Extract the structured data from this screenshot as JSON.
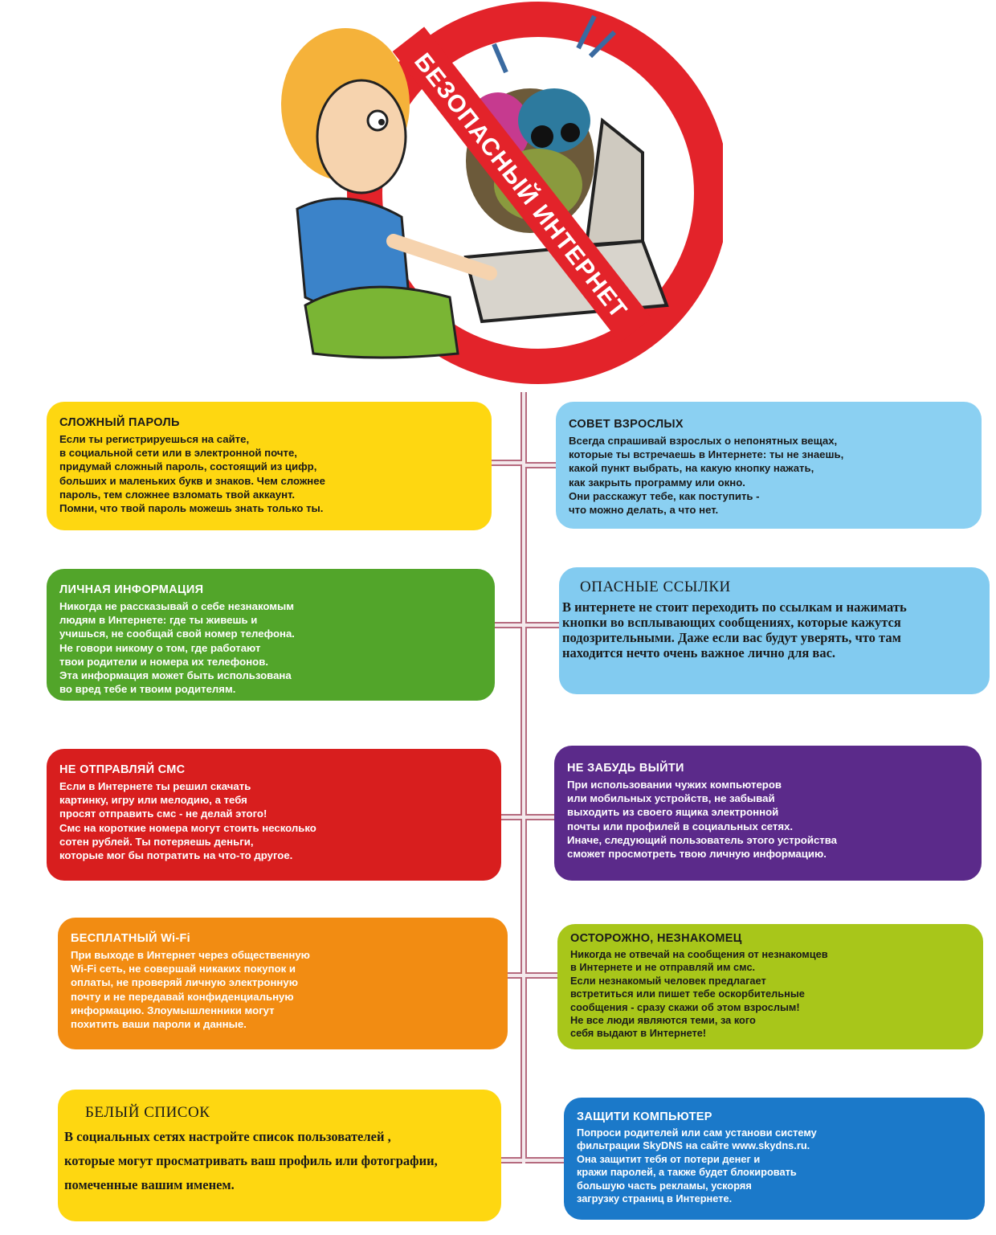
{
  "header": {
    "banner_text": "БЕЗОПАСНЫЙ ИНТЕРНЕТ",
    "colors": {
      "sign_red": "#e3232a",
      "sign_white": "#ffffff"
    }
  },
  "cards": {
    "password": {
      "title": "СЛОЖНЫЙ ПАРОЛЬ",
      "lines": [
        "Если ты регистрируешься на сайте,",
        "в социальной сети или в электронной почте,",
        "придумай сложный пароль, состоящий из цифр,",
        "больших и маленьких букв и знаков. Чем сложнее",
        "пароль, тем сложнее взломать твой аккаунт.",
        "Помни, что твой пароль можешь знать только ты."
      ],
      "color": "#fed711"
    },
    "adult_advice": {
      "title": "СОВЕТ ВЗРОСЛЫХ",
      "lines": [
        "Всегда спрашивай взрослых о непонятных вещах,",
        "которые ты встречаешь в Интернете: ты не знаешь,",
        "какой пункт выбрать, на какую кнопку нажать,",
        "как закрыть программу или окно.",
        "Они расскажут тебе, как поступить -",
        "что можно делать, а что нет."
      ],
      "color": "#8bd0f2"
    },
    "personal_info": {
      "title": "ЛИЧНАЯ ИНФОРМАЦИЯ",
      "lines": [
        "Никогда не рассказывай о себе незнакомым",
        "людям в Интернете: где ты живешь и",
        "учишься, не сообщай свой номер телефона.",
        "Не говори никому о том, где работают",
        "твои родители и номера их телефонов.",
        "Эта информация может быть использована",
        "во вред тебе и твоим родителям."
      ],
      "color": "#52a52a"
    },
    "dangerous_links": {
      "title": "ОПАСНЫЕ ССЫЛКИ",
      "lines": [
        "В интернете не стоит переходить по ссылкам и нажимать",
        "кнопки во всплывающих сообщениях, которые кажутся",
        "подозрительными. Даже если вас будут уверять, что там",
        "находится нечто очень важное лично для вас."
      ],
      "color": "#82cbf0"
    },
    "no_sms": {
      "title": "НЕ ОТПРАВЛЯЙ СМС",
      "lines": [
        "Если в Интернете ты решил скачать",
        "картинку, игру или мелодию, а тебя",
        "просят отправить смс - не делай этого!",
        "Смс на короткие номера могут стоить несколько",
        "сотен рублей. Ты потеряешь деньги,",
        "которые мог бы потратить на что-то другое."
      ],
      "color": "#d81e1e"
    },
    "logout": {
      "title": "НЕ ЗАБУДЬ ВЫЙТИ",
      "lines": [
        "При использовании чужих компьютеров",
        "или мобильных устройств, не забывай",
        "выходить из своего ящика электронной",
        "почты или профилей в социальных сетях.",
        "Иначе, следующий пользователь этого устройства",
        "сможет просмотреть твою личную информацию."
      ],
      "color": "#5b2a8a"
    },
    "wifi": {
      "title": "БЕСПЛАТНЫЙ Wi-Fi",
      "lines": [
        "При выходе в Интернет через общественную",
        "Wi-Fi сеть, не совершай никаких покупок и",
        "оплаты, не проверяй личную электронную",
        "почту и не передавай конфиденциальную",
        "информацию. Злоумышленники могут",
        "похитить ваши пароли и данные."
      ],
      "color": "#f28c12"
    },
    "stranger": {
      "title": "ОСТОРОЖНО, НЕЗНАКОМЕЦ",
      "lines": [
        "Никогда не отвечай на сообщения от незнакомцев",
        "в Интернете и не отправляй им смс.",
        "Если незнакомый человек предлагает",
        "встретиться или пишет тебе оскорбительные",
        "сообщения - сразу скажи об этом взрослым!",
        "Не все люди являются теми, за кого",
        "себя выдают в Интернете!"
      ],
      "color": "#a8c61a"
    },
    "whitelist": {
      "title": "БЕЛЫЙ СПИСОК",
      "lines": [
        "В социальных сетях настройте список пользователей ,",
        "которые могут просматривать ваш профиль или фотографии,",
        "помеченные вашим именем."
      ],
      "color": "#fed711"
    },
    "protect_pc": {
      "title": "ЗАЩИТИ КОМПЬЮТЕР",
      "lines": [
        "Попроси родителей или сам установи систему",
        "фильтрации SkyDNS на сайте www.skydns.ru.",
        "Она защитит тебя от потери денег и",
        "кражи паролей, а также будет блокировать",
        "большую часть рекламы, ускоряя",
        "загрузку страниц в Интернете."
      ],
      "color": "#1b79c9"
    }
  }
}
